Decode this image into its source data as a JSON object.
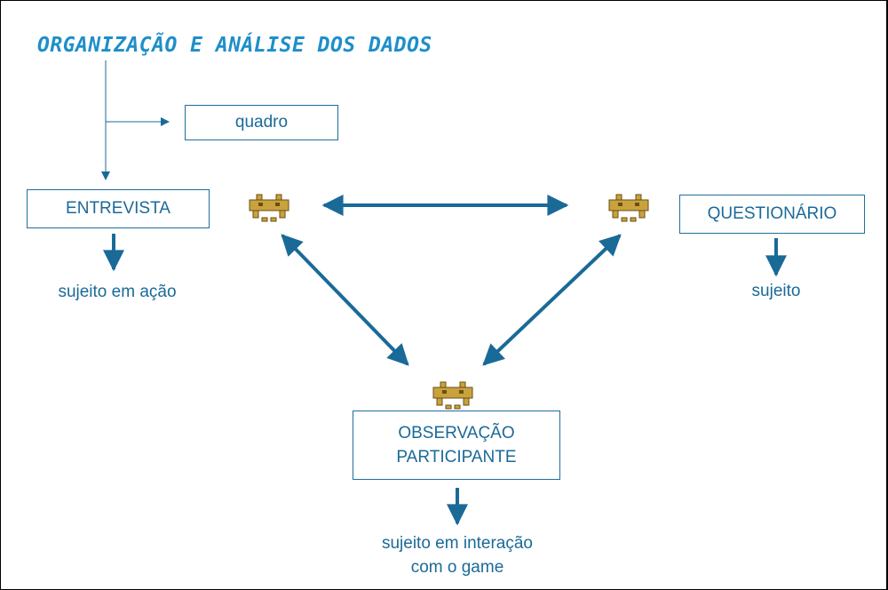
{
  "title": "ORGANIZAÇÃO E ANÁLISE DOS DADOS",
  "colors": {
    "title": "#1e8fc9",
    "accent": "#1a6a98",
    "icon": "#c8a23e",
    "icon_outline": "#6b4f12"
  },
  "icon_name": "space-invader-icon",
  "nodes": {
    "quadro": "quadro",
    "entrevista": "ENTREVISTA",
    "questionario": "QUESTIONÁRIO",
    "observacao_line1": "OBSERVAÇÃO",
    "observacao_line2": "PARTICIPANTE"
  },
  "outcomes": {
    "entrevista": "sujeito em ação",
    "questionario": "sujeito",
    "observacao_line1": "sujeito em interação",
    "observacao_line2": "com o game"
  }
}
